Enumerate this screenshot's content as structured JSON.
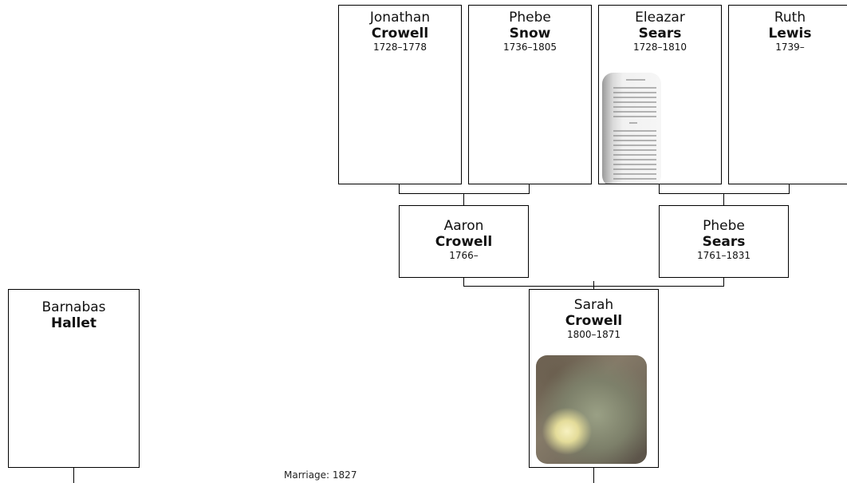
{
  "people": {
    "jonathan": {
      "given": "Jonathan",
      "surname": "Crowell",
      "dates": "1728–1778"
    },
    "phebe_snow": {
      "given": "Phebe",
      "surname": "Snow",
      "dates": "1736–1805"
    },
    "eleazar": {
      "given": "Eleazar",
      "surname": "Sears",
      "dates": "1728–1810"
    },
    "ruth": {
      "given": "Ruth",
      "surname": "Lewis",
      "dates": "1739–"
    },
    "aaron": {
      "given": "Aaron",
      "surname": "Crowell",
      "dates": "1766–"
    },
    "phebe_sears": {
      "given": "Phebe",
      "surname": "Sears",
      "dates": "1761–1831"
    },
    "sarah": {
      "given": "Sarah",
      "surname": "Crowell",
      "dates": "1800–1871"
    },
    "barnabas": {
      "given": "Barnabas",
      "surname": "Hallet",
      "dates": ""
    }
  },
  "marriage": {
    "label": "Marriage: 1827"
  },
  "colors": {
    "border": "#000000",
    "background": "#ffffff"
  }
}
